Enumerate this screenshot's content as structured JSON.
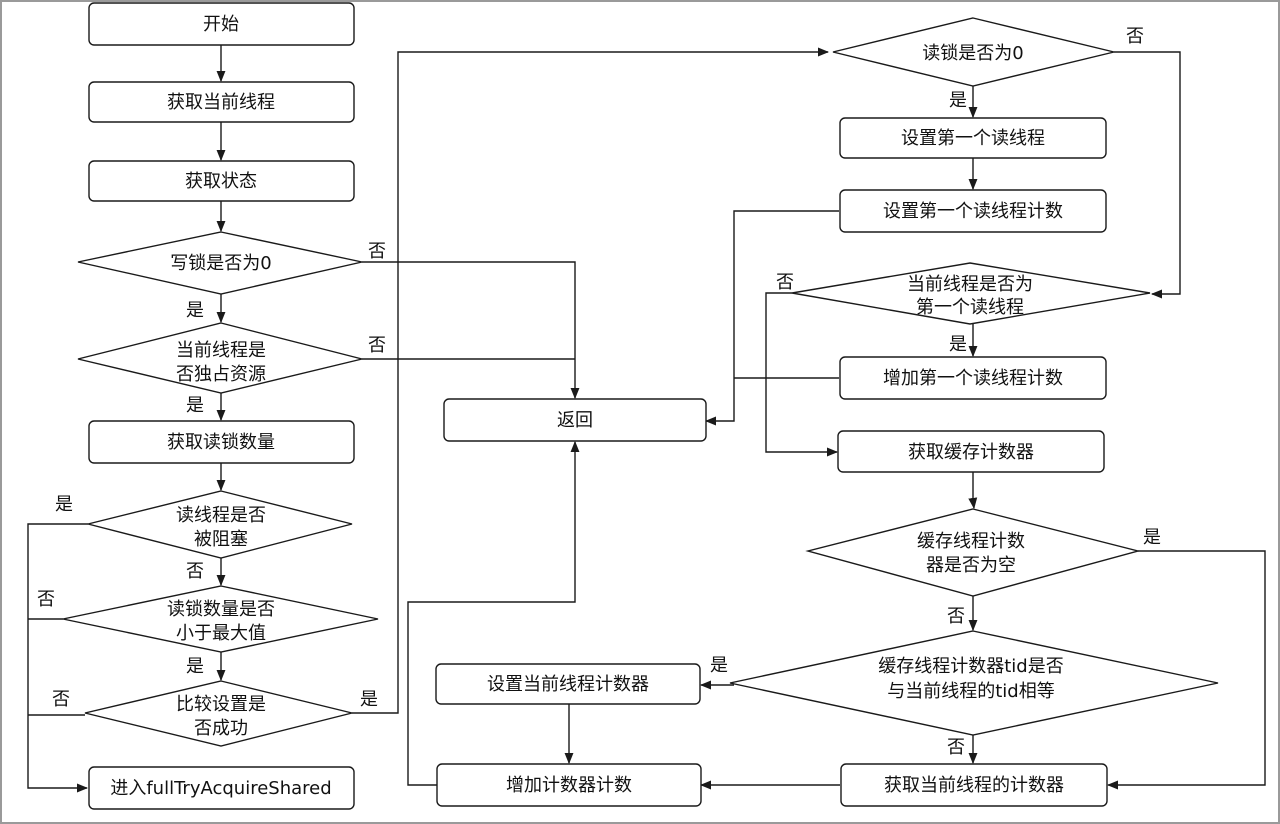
{
  "nodes": {
    "start": "开始",
    "get_thread": "获取当前线程",
    "get_state": "获取状态",
    "write_lock_zero": "写锁是否为0",
    "exclusive_1": "当前线程是",
    "exclusive_2": "否独占资源",
    "get_read_count": "获取读锁数量",
    "blocked_1": "读线程是否",
    "blocked_2": "被阻塞",
    "less_max_1": "读锁数量是否",
    "less_max_2": "小于最大值",
    "cas_1": "比较设置是",
    "cas_2": "否成功",
    "full_try": "进入fullTryAcquireShared",
    "return": "返回",
    "read_lock_zero": "读锁是否为0",
    "set_first_reader": "设置第一个读线程",
    "set_first_count": "设置第一个读线程计数",
    "is_first_1": "当前线程是否为",
    "is_first_2": "第一个读线程",
    "inc_first_count": "增加第一个读线程计数",
    "get_cache": "获取缓存计数器",
    "cache_empty_1": "缓存线程计数",
    "cache_empty_2": "器是否为空",
    "tid_equal_1": "缓存线程计数器tid是否",
    "tid_equal_2": "与当前线程的tid相等",
    "set_counter": "设置当前线程计数器",
    "inc_counter": "增加计数器计数",
    "get_counter": "获取当前线程的计数器"
  },
  "edge_labels": {
    "yes": "是",
    "no": "否"
  }
}
